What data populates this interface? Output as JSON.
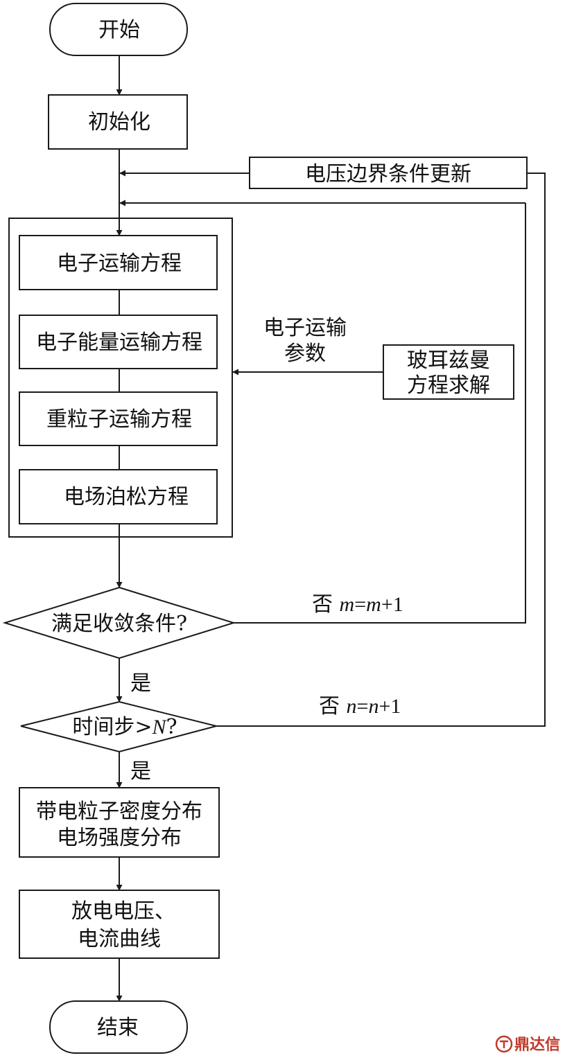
{
  "nodes": {
    "start": "开始",
    "init": "初始化",
    "voltage_update": "电压边界条件更新",
    "electron_transport": "电子运输方程",
    "electron_energy": "电子能量运输方程",
    "heavy_particle": "重粒子运输方程",
    "poisson": "电场泊松方程",
    "transport_params": [
      "电子运输",
      "参数"
    ],
    "boltzmann": [
      "玻耳兹曼",
      "方程求解"
    ],
    "convergence": "满足收敛条件?",
    "timestep": {
      "prefix": "时间步>",
      "var": "N",
      "suffix": "?"
    },
    "density": [
      "带电粒子密度分布",
      "电场强度分布"
    ],
    "discharge": [
      "放电电压、",
      "电流曲线"
    ],
    "end": "结束"
  },
  "edges": {
    "convergence_yes": "是",
    "convergence_no": {
      "word": "否 ",
      "lhs": "m",
      "eq": "=",
      "rhs": "m",
      "inc": "+1"
    },
    "timestep_yes": "是",
    "timestep_no": {
      "word": "否 ",
      "lhs": "n",
      "eq": "=",
      "rhs": "n",
      "inc": "+1"
    }
  },
  "watermark": "鼎达信",
  "colors": {
    "line": "#1a1a1a",
    "watermark": "#c0392b"
  }
}
